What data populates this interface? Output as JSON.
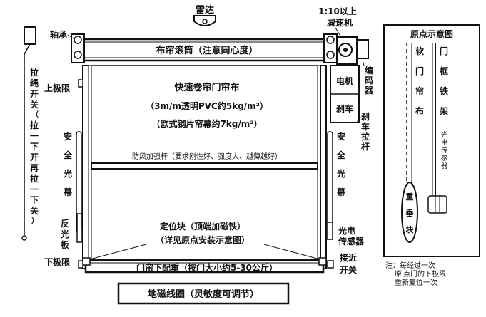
{
  "labels": {
    "radar": "雷达",
    "reducer_line1": "1:10以上",
    "reducer_line2": "减速机",
    "bearing": "轴承",
    "roller": "布帘滚筒（注意同心度）",
    "encoder": [
      "编",
      "码",
      "器"
    ],
    "motor": "电机",
    "brake": "刹车",
    "brake_pull_rod": [
      "刹",
      "车",
      "拉",
      "杆"
    ],
    "upper_limit": "上极限",
    "lower_limit": "下极限",
    "pull_switch": [
      "拉",
      "绳",
      "开",
      "关",
      "（",
      "拉",
      "一",
      "下",
      "开",
      "再",
      "拉",
      "一",
      "下",
      "关",
      "）"
    ],
    "curtain_title": "快速卷帘门帘布",
    "curtain_pvc": "（3m/m透明PVC约5kg/m²）",
    "curtain_steel": "（欧式钢片帘幕约7kg/m²）",
    "windbar": "防风加强杆（要求刚性好、强度大、越薄越好）",
    "safety_light_left": [
      "安",
      "全",
      "光",
      "幕"
    ],
    "safety_light_right": [
      "安",
      "全",
      "光",
      "幕"
    ],
    "reflector": [
      "反",
      "光",
      "板"
    ],
    "photo_sensor_line1": "光电",
    "photo_sensor_line2": "传感器",
    "proximity_line1": "接近",
    "proximity_line2": "开关",
    "locator_line1": "定位块（顶端加磁铁）",
    "locator_line2": "（详见原点安装示意图）",
    "bottom_weight": "门帘下配重（按门大小约5-30公斤）",
    "ground_coil": "地磁线圈（灵敏度可调节）"
  },
  "inset": {
    "title": "原点示意图",
    "soft_curtain": [
      "软",
      "门",
      "帘",
      "布"
    ],
    "door_frame": [
      "门",
      "框",
      "铁",
      "架"
    ],
    "sensor_vertical": [
      "光",
      "电",
      "传",
      "感",
      "器"
    ],
    "weight": [
      "重",
      "垂",
      "块"
    ],
    "note_line1": "注：每经过一次",
    "note_line2": "点门的下极限",
    "note_line3": "重新复位一次",
    "note_prefix_line2": "原"
  }
}
